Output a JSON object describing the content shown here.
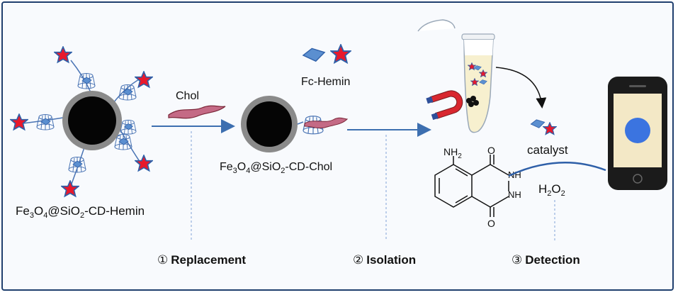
{
  "labels": {
    "chol": "Chol",
    "fc_hemin": "Fc-Hemin",
    "catalyst": "catalyst",
    "h2o2": {
      "h": "H",
      "sub": "2",
      "o": "O",
      "sub2": "2"
    },
    "nh2": "NH",
    "nh2_sub": "2",
    "o_top": "O",
    "o_bottom": "O",
    "nh_top": "NH",
    "nh_bottom": "NH",
    "fe_hemin": {
      "a": "Fe",
      "s1": "3",
      "b": "O",
      "s2": "4",
      "c": "@SiO",
      "s3": "2",
      "d": "-CD-Hemin"
    },
    "fe_chol": {
      "a": "Fe",
      "s1": "3",
      "b": "O",
      "s2": "4",
      "c": "@SiO",
      "s3": "2",
      "d": "-CD-Chol"
    }
  },
  "steps": [
    {
      "num": "①",
      "label": "Replacement"
    },
    {
      "num": "②",
      "label": "Isolation"
    },
    {
      "num": "③",
      "label": "Detection"
    }
  ],
  "colors": {
    "star": "#e8192c",
    "star_edge": "#2e5fa8",
    "diamond": "#5b8fd0",
    "arrow": "#3d6fb0",
    "particle_shell": "#8a8a8a",
    "particle_core": "#050505",
    "phone_screen": "#f3e8c6",
    "phone_dot": "#3b74e0",
    "chol_fill": "#c46a85",
    "chol_edge": "#7a2638"
  }
}
